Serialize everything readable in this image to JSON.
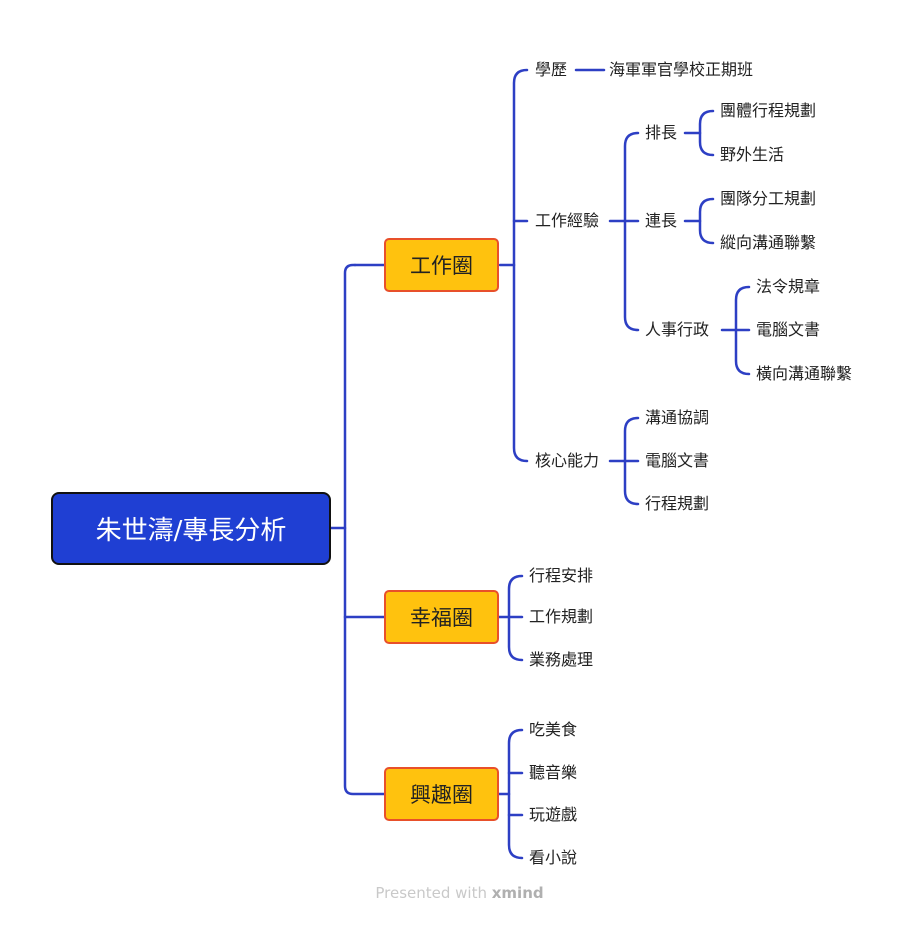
{
  "root": "朱世濤/專長分析",
  "branches": {
    "work": {
      "label": "工作圈",
      "education": {
        "label": "學歷",
        "value": "海軍軍官學校正期班"
      },
      "experience": {
        "label": "工作經驗",
        "platoon": {
          "label": "排長",
          "items": [
            "團體行程規劃",
            "野外生活"
          ]
        },
        "company": {
          "label": "連長",
          "items": [
            "團隊分工規劃",
            "縱向溝通聯繫"
          ]
        },
        "personnel": {
          "label": "人事行政",
          "items": [
            "法令規章",
            "電腦文書",
            "橫向溝通聯繫"
          ]
        }
      },
      "core": {
        "label": "核心能力",
        "items": [
          "溝通協調",
          "電腦文書",
          "行程規劃"
        ]
      }
    },
    "happiness": {
      "label": "幸福圈",
      "items": [
        "行程安排",
        "工作規劃",
        "業務處理"
      ]
    },
    "interest": {
      "label": "興趣圈",
      "items": [
        "吃美食",
        "聽音樂",
        "玩遊戲",
        "看小說"
      ]
    }
  },
  "footer": {
    "prefix": "Presented with ",
    "brand": "xmind"
  },
  "colors": {
    "line": "#2d3fc4",
    "root_fill": "#1f3fd3",
    "main_fill": "#ffc20e",
    "main_border": "#e8502a"
  }
}
